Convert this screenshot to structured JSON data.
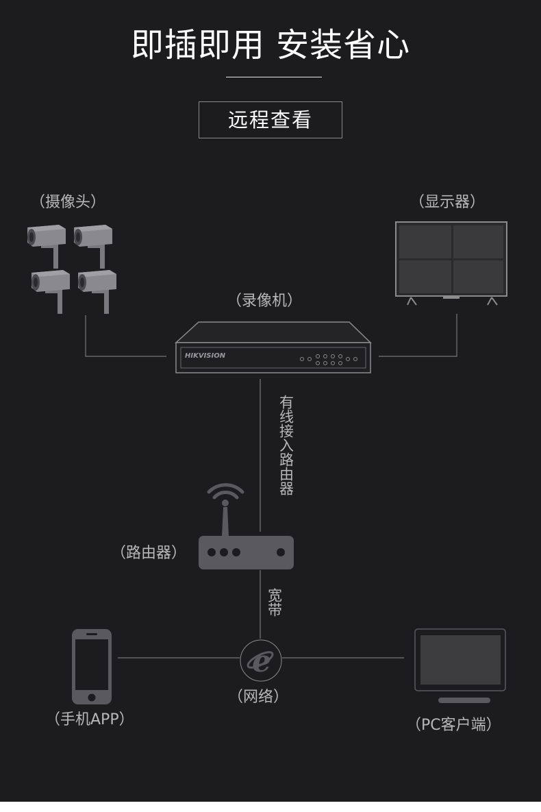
{
  "header": {
    "title": "即插即用 安装省心",
    "subtitle": "远程查看"
  },
  "labels": {
    "camera": "（摄像头）",
    "monitor": "（显示器）",
    "nvr": "（录像机）",
    "router": "（路由器）",
    "network": "（网络）",
    "phone": "（手机APP）",
    "pc": "（PC客户端）"
  },
  "links": {
    "nvr_router": "有线接入路由器",
    "router_network": "宽带"
  },
  "nvr_brand": "HIKVISION",
  "icons": {
    "camera": "cctv-camera-icon",
    "monitor": "quad-monitor-icon",
    "nvr": "nvr-recorder-icon",
    "router": "wifi-router-icon",
    "network": "internet-explorer-icon",
    "phone": "smartphone-icon",
    "pc": "pc-monitor-icon"
  },
  "colors": {
    "background": "#1c1c1f",
    "text": "#ffffff",
    "label": "#b8b8b8",
    "device": "#5a5a5e",
    "line": "#8c8c8c"
  }
}
